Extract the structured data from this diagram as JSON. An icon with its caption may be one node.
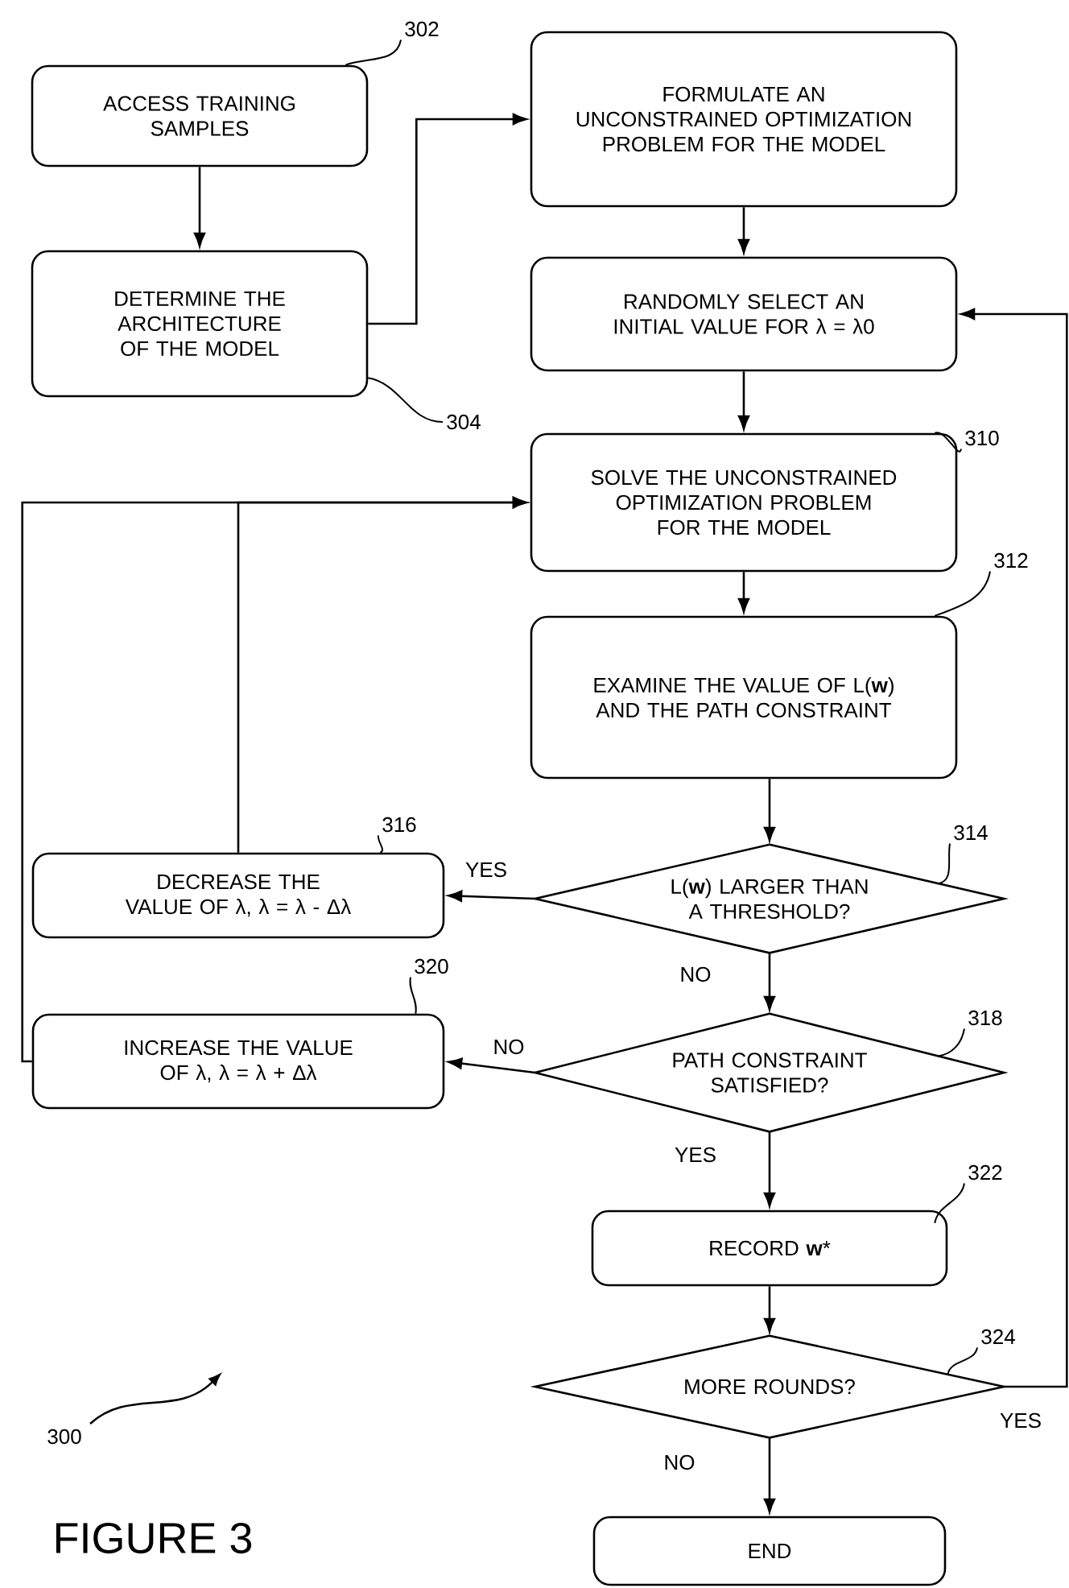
{
  "diagram": {
    "nodes": [
      {
        "text": [
          "ACCESS TRAINING SAMPLES"
        ]
      },
      {
        "text": [
          "DETERMINE THE ARCHITECTURE OF THE MODEL"
        ]
      },
      {
        "text": [
          "FORMULATE AN UNCONSTRAINED OPTIMIZATION PROBLEM FOR THE MODEL"
        ]
      },
      {
        "text": [
          "RANDOMLY SELECT AN INITIAL VALUE FOR λ = λ0"
        ]
      },
      {
        "text": [
          "SOLVE THE UNCONSTRAINED OPTIMIZATION PROBLEM FOR THE MODEL"
        ]
      },
      {
        "text": [
          "EXAMINE THE VALUE OF L(**w**) AND THE PATH CONSTRAINT"
        ]
      },
      {
        "text": [
          "L(**w**) LARGER THAN A THRESHOLD?"
        ]
      },
      {
        "text": [
          "DECREASE THE VALUE OF λ, λ = λ - Δλ"
        ]
      },
      {
        "text": [
          "PATH CONSTRAINT SATISFIED?"
        ]
      },
      {
        "text": [
          "INCREASE THE VALUE OF λ, λ = λ + Δλ"
        ]
      },
      {
        "text": [
          "RECORD **w***"
        ]
      },
      {
        "text": [
          "MORE ROUNDS?"
        ]
      },
      {
        "text": [
          "END"
        ]
      },
      {
        "text": [
          "302"
        ]
      },
      {
        "text": [
          "304"
        ]
      },
      {
        "text": [
          "310"
        ]
      },
      {
        "text": [
          "312"
        ]
      },
      {
        "text": [
          "316"
        ]
      },
      {
        "text": [
          "314"
        ]
      },
      {
        "text": [
          "320"
        ]
      },
      {
        "text": [
          "318"
        ]
      },
      {
        "text": [
          "322"
        ]
      },
      {
        "text": [
          "324"
        ]
      }
    ],
    "edges": [
      {
        "from": 0,
        "to": 1,
        "arrow": "to"
      },
      {
        "from": 1,
        "to": 2,
        "arrow": "to"
      },
      {
        "from": 2,
        "to": 3,
        "arrow": "to"
      },
      {
        "from": 3,
        "to": 4,
        "arrow": "to"
      },
      {
        "from": 4,
        "to": 5,
        "arrow": "to"
      },
      {
        "from": 5,
        "to": 6,
        "arrow": "to"
      },
      {
        "from": 6,
        "to": 7,
        "arrow": "to",
        "label": "YES"
      },
      {
        "from": 7,
        "to": 4,
        "arrow": "to"
      },
      {
        "from": 6,
        "to": 8,
        "arrow": "to",
        "label": "NO"
      },
      {
        "from": 8,
        "to": 9,
        "arrow": "to",
        "label": "NO"
      },
      {
        "from": 9,
        "to": 4,
        "arrow": "to"
      },
      {
        "from": 8,
        "to": 10,
        "arrow": "to",
        "label": "YES"
      },
      {
        "from": 10,
        "to": 11,
        "arrow": "to"
      },
      {
        "from": 11,
        "to": 12,
        "arrow": "to",
        "label": "NO"
      },
      {
        "from": 11,
        "to": 3,
        "arrow": "to",
        "label": "YES"
      },
      {
        "from": 13,
        "to": 0,
        "arrow": "none"
      },
      {
        "from": 14,
        "to": 1,
        "arrow": "none"
      },
      {
        "from": 15,
        "to": 4,
        "arrow": "none"
      },
      {
        "from": 16,
        "to": 5,
        "arrow": "none"
      },
      {
        "from": 17,
        "to": 7,
        "arrow": "none"
      },
      {
        "from": 18,
        "to": 6,
        "arrow": "none"
      },
      {
        "from": 19,
        "to": 9,
        "arrow": "none"
      },
      {
        "from": 20,
        "to": 8,
        "arrow": "none"
      },
      {
        "from": 21,
        "to": 10,
        "arrow": "none"
      },
      {
        "from": 22,
        "to": 11,
        "arrow": "none"
      }
    ],
    "labels": [
      "300",
      "FIGURE 3"
    ]
  }
}
